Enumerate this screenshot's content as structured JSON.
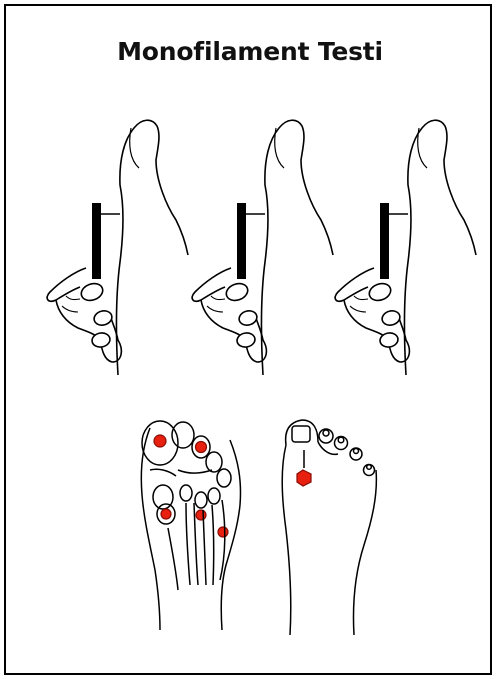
{
  "title": "Monofilament Testi",
  "colors": {
    "line": "#000000",
    "test_point": "#e8200f",
    "test_point_dark": "#8a0d05"
  },
  "illustrations": {
    "application_steps_count": 3,
    "figures": [
      "sole-of-foot",
      "top-of-foot"
    ]
  }
}
